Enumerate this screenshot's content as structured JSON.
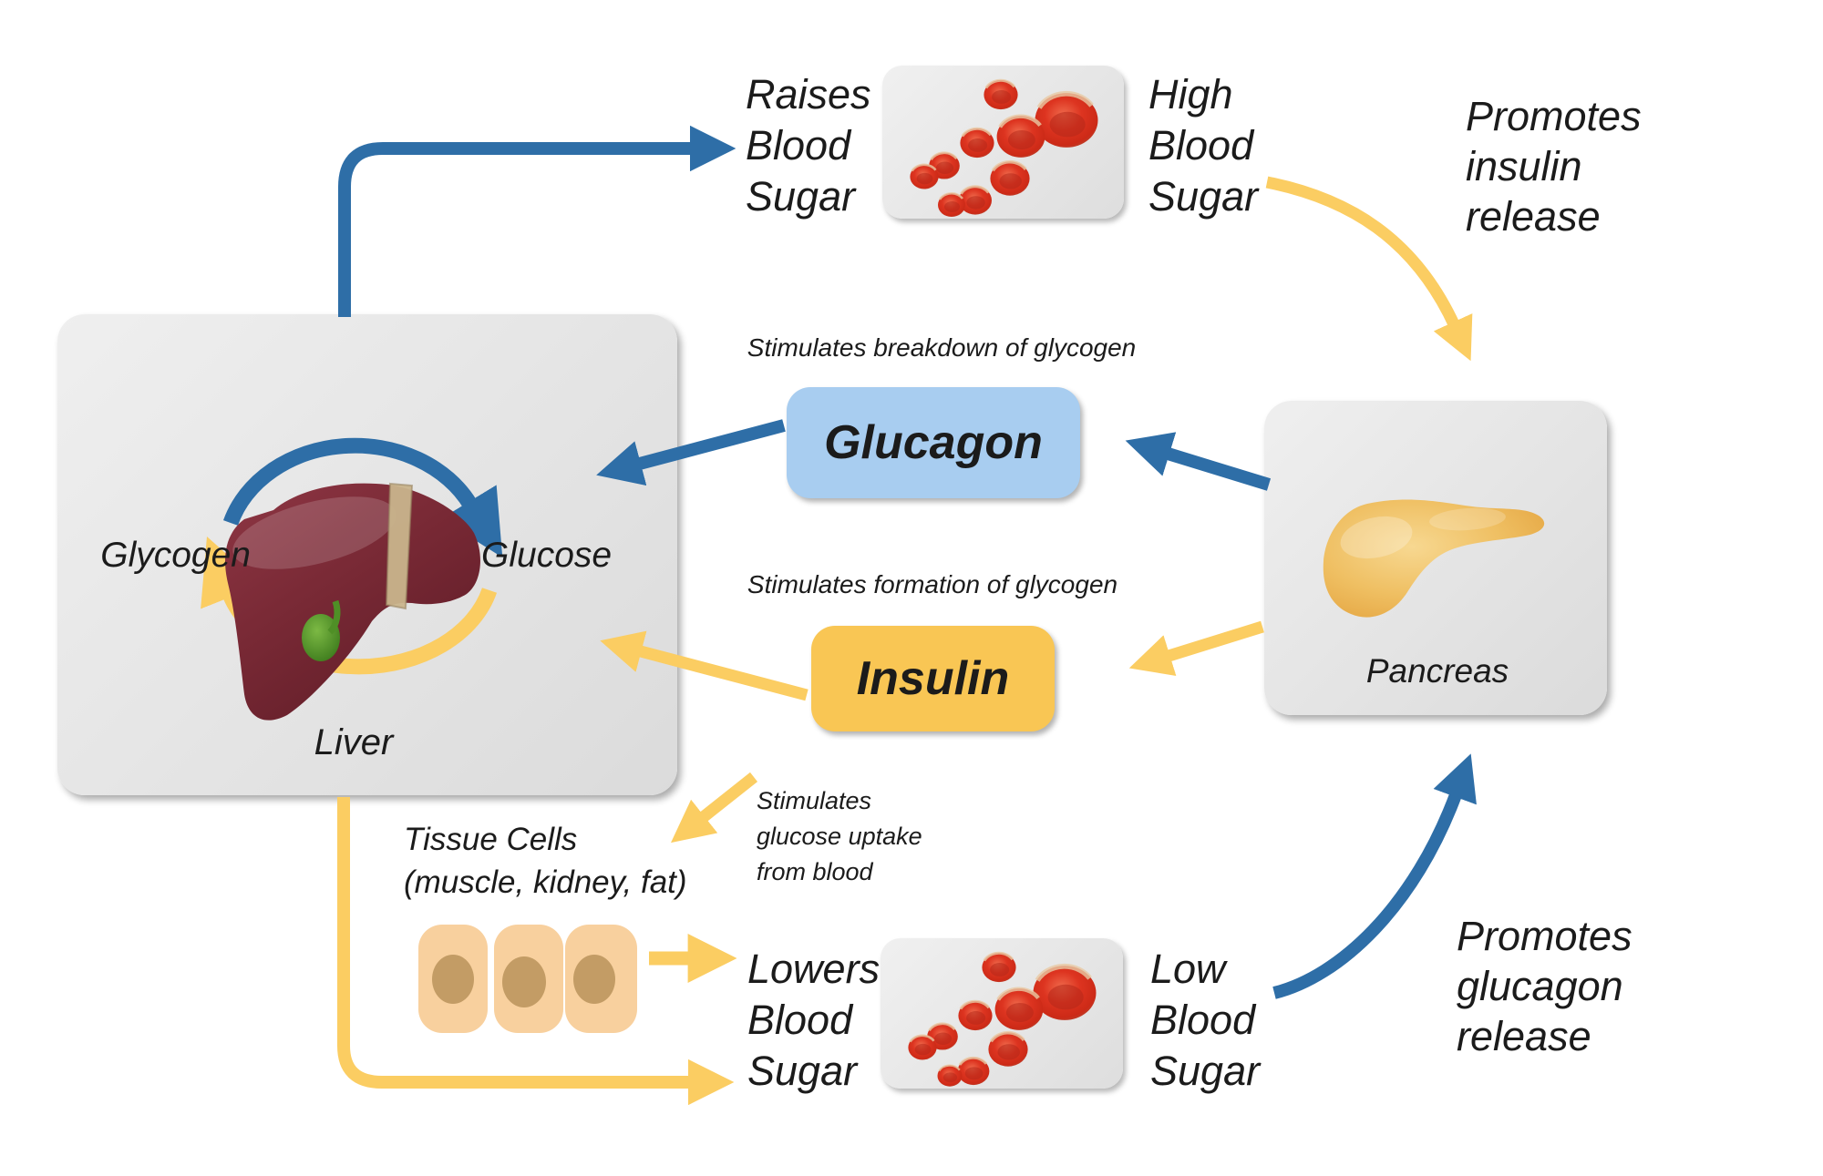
{
  "colors": {
    "blue": "#2e6ea7",
    "yellow": "#fbcd62",
    "glucagon_box": "#a8cdf0",
    "insulin_box": "#f9c654",
    "panel": "#e5e5e5",
    "cell": "#f8d09e",
    "cell_nucleus": "#c39c65",
    "blood_red": "#d8301c",
    "text": "#1b1b1b"
  },
  "top": {
    "raises": "Raises\nBlood\nSugar",
    "high": "High\nBlood\nSugar",
    "promotes_insulin": "Promotes\ninsulin\nrelease"
  },
  "bottom": {
    "lowers": "Lowers\nBlood\nSugar",
    "low": "Low\nBlood\nSugar",
    "promotes_glucagon": "Promotes\nglucagon\nrelease"
  },
  "liver_panel": {
    "glycogen": "Glycogen",
    "glucose": "Glucose",
    "label": "Liver"
  },
  "pancreas_panel": {
    "label": "Pancreas"
  },
  "glucagon": {
    "caption": "Stimulates breakdown of glycogen",
    "label": "Glucagon"
  },
  "insulin": {
    "caption": "Stimulates formation of glycogen",
    "label": "Insulin"
  },
  "tissue": {
    "title": "Tissue Cells",
    "subtitle": "(muscle, kidney, fat)",
    "uptake_note": "Stimulates\nglucose uptake\nfrom blood"
  }
}
